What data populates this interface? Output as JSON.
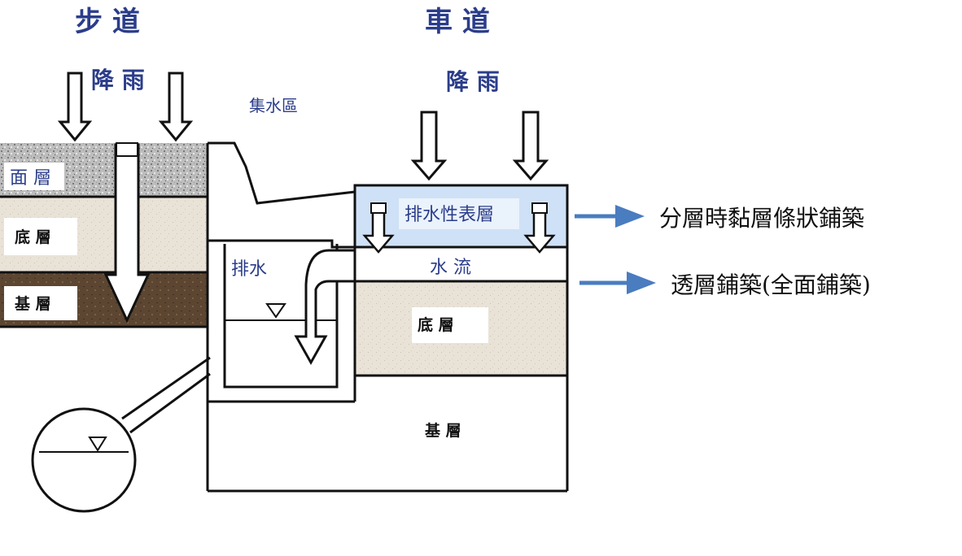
{
  "labels": {
    "sidewalk": "步 道",
    "roadway": "車 道",
    "rain_left": "降 雨",
    "rain_right": "降 雨",
    "catchment": "集水區",
    "sidewalk_surface": "面 層",
    "sidewalk_base": "底 層",
    "sidewalk_subbase": "基 層",
    "drainage_pipe": "排水",
    "permeable_surface": "排水性表層",
    "water_flow": "水 流",
    "road_base": "底 層",
    "road_subbase": "基 層",
    "note_layered": "分層時黏層條狀鋪築",
    "note_full": "透層鋪築(全面鋪築)"
  },
  "colors": {
    "title_blue": "#2b3d8a",
    "arrow_blue": "#4a7cc0",
    "granite": "#b9b9b9",
    "sand": "#e8e1d6",
    "dark_soil": "#5a4430",
    "permeable_fill": "#cfe1f6"
  }
}
